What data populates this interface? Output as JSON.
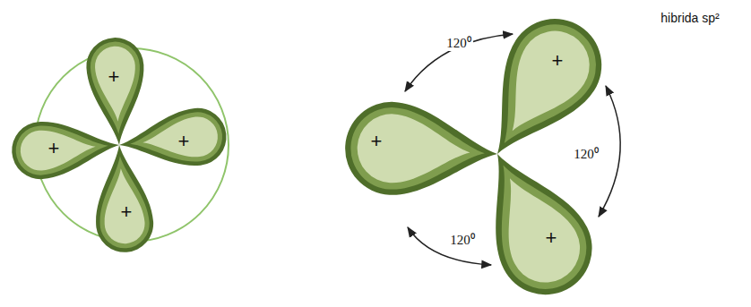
{
  "diagram": {
    "labels": [
      "hibrida sp²",
      "+",
      "+",
      "+",
      "+",
      "+",
      "+",
      "+",
      "120⁰",
      "120⁰",
      "120⁰"
    ]
  }
}
